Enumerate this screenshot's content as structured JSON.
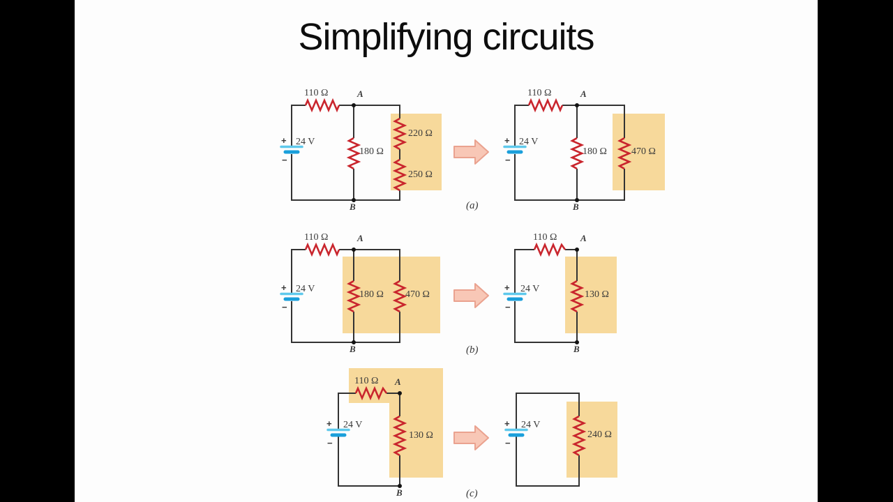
{
  "title": "Simplifying circuits",
  "colors": {
    "background": "#000000",
    "slide": "#fdfdfd",
    "title_text": "#0d0d0d",
    "text": "#3a3a3a",
    "wire": "#333333",
    "resistor": "#c9252d",
    "highlight": "#f7d99b",
    "battery_long": "#5fc9ec",
    "battery_short": "#1a9fdb",
    "node_dot": "#141414",
    "arrow_fill": "#f8c7b6",
    "arrow_stroke": "#eaa28f"
  },
  "rows": [
    {
      "label": "(a)",
      "left": {
        "top_resistor": "110 Ω",
        "node_top": "A",
        "node_bottom": "B",
        "plus": "+",
        "minus": "−",
        "battery": "24 V",
        "mid_resistor": "180 Ω",
        "right_resistor_top": "220 Ω",
        "right_resistor_bottom": "250 Ω"
      },
      "right": {
        "top_resistor": "110 Ω",
        "node_top": "A",
        "node_bottom": "B",
        "plus": "+",
        "minus": "−",
        "battery": "24 V",
        "mid_resistor": "180 Ω",
        "right_resistor": "470 Ω"
      }
    },
    {
      "label": "(b)",
      "left": {
        "top_resistor": "110 Ω",
        "node_top": "A",
        "node_bottom": "B",
        "plus": "+",
        "minus": "−",
        "battery": "24 V",
        "mid_resistor": "180 Ω",
        "right_resistor": "470 Ω"
      },
      "right": {
        "top_resistor": "110 Ω",
        "node_top": "A",
        "node_bottom": "B",
        "plus": "+",
        "minus": "−",
        "battery": "24 V",
        "right_resistor": "130 Ω"
      }
    },
    {
      "label": "(c)",
      "left": {
        "top_resistor": "110 Ω",
        "node_top": "A",
        "node_bottom": "B",
        "plus": "+",
        "minus": "−",
        "battery": "24 V",
        "right_resistor": "130 Ω"
      },
      "right": {
        "plus": "+",
        "minus": "−",
        "battery": "24 V",
        "right_resistor": "240 Ω"
      }
    }
  ]
}
